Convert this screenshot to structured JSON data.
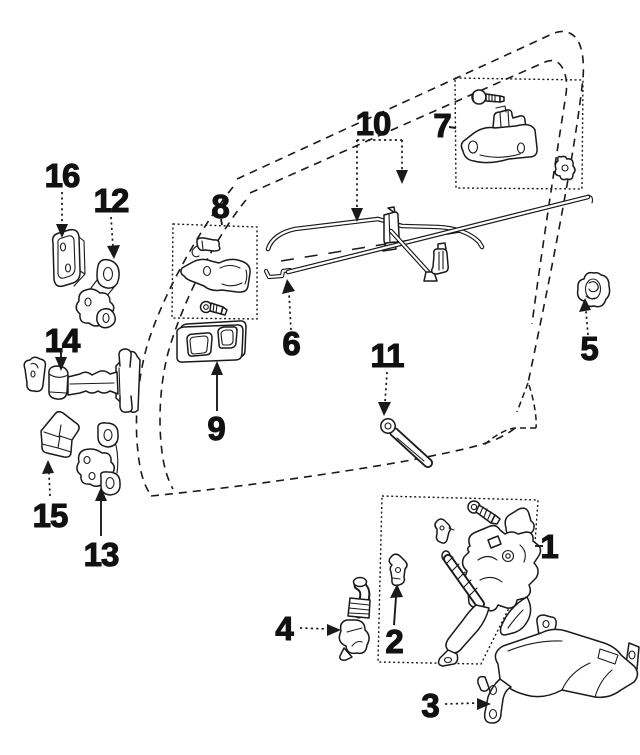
{
  "colors": {
    "background": "#ffffff",
    "ink": "#1a1a1a"
  },
  "callouts": [
    {
      "label": "1"
    },
    {
      "label": "2"
    },
    {
      "label": "3"
    },
    {
      "label": "4"
    },
    {
      "label": "5"
    },
    {
      "label": "6"
    },
    {
      "label": "7"
    },
    {
      "label": "8"
    },
    {
      "label": "9"
    },
    {
      "label": "10"
    },
    {
      "label": "11"
    },
    {
      "label": "12"
    },
    {
      "label": "13"
    },
    {
      "label": "14"
    },
    {
      "label": "15"
    },
    {
      "label": "16"
    }
  ]
}
